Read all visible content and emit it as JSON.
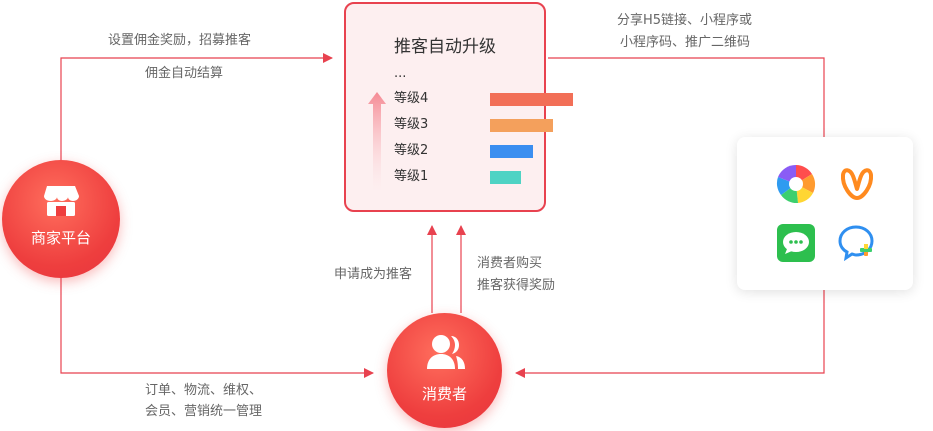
{
  "center": {
    "title": "推客自动升级",
    "ellipsis": "...",
    "levels": [
      {
        "label": "等级4",
        "color": "#f26f57",
        "fill": 1.0
      },
      {
        "label": "等级3",
        "color": "#f4a05c",
        "fill": 0.76
      },
      {
        "label": "等级2",
        "color": "#3b8ef0",
        "fill": 0.52
      },
      {
        "label": "等级1",
        "color": "#4fd3c4",
        "fill": 0.37
      }
    ]
  },
  "nodes": {
    "merchant": "商家平台",
    "consumer": "消费者"
  },
  "labels": {
    "merchant_to_center_1": "设置佣金奖励，招募推客",
    "merchant_to_center_2": "佣金自动结算",
    "share_line1": "分享H5链接、小程序或",
    "share_line2": "小程序码、推广二维码",
    "apply_label": "申请成为推客",
    "consumer_buy_1": "消费者购买",
    "consumer_buy_2": "推客获得奖励",
    "order_line1": "订单、物流、维权、",
    "order_line2": "会员、营销统一管理"
  },
  "colors": {
    "accent": "#e8424f",
    "box_bg": "#fdeff0",
    "wechat_green": "#2dbf4e",
    "weibo_orange": "#ff8a1f"
  },
  "share_icons": [
    "miniprogram-aperture-icon",
    "mini-butterfly-icon",
    "wechat-icon",
    "qq-chat-icon"
  ]
}
